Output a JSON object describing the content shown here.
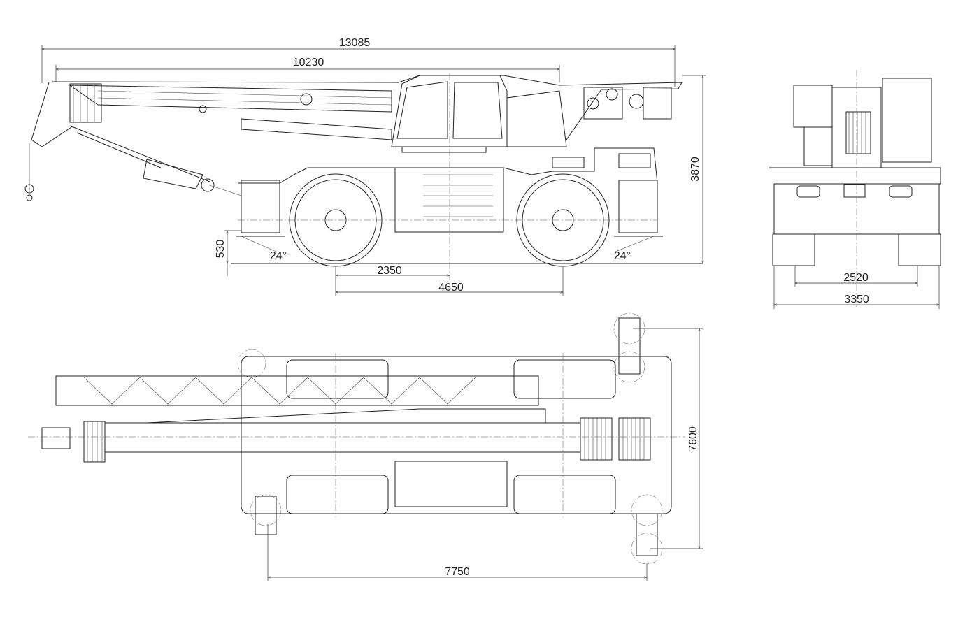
{
  "side_view": {
    "overall_length": "13085",
    "boom_length": "10230",
    "height": "3870",
    "ground_clearance": "530",
    "approach_angle": "24°",
    "departure_angle": "24°",
    "half_wheelbase": "2350",
    "wheelbase": "4650"
  },
  "front_view": {
    "track": "2520",
    "width": "3350"
  },
  "top_view": {
    "outrigger_span": "7600",
    "outrigger_length": "7750"
  },
  "colors": {
    "line": "#222222",
    "background": "#ffffff"
  }
}
